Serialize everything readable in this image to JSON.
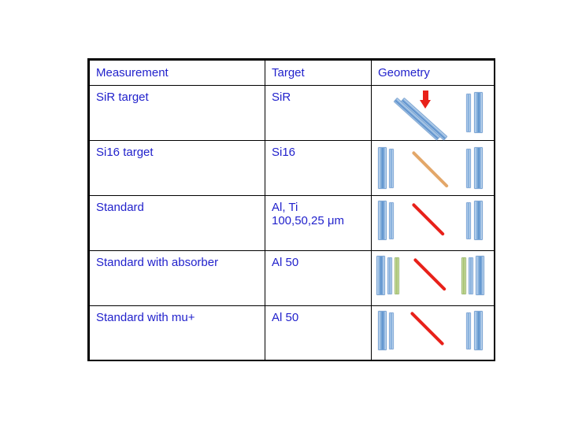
{
  "slide": {
    "background_color": "#ffffff",
    "text_color": "#2222CC",
    "border_color": "#000000"
  },
  "table": {
    "columns": [
      {
        "key": "measurement",
        "header": "Measurement"
      },
      {
        "key": "target",
        "header": "Target"
      },
      {
        "key": "geometry",
        "header": "Geometry"
      }
    ],
    "rows": [
      {
        "measurement": "SiR target",
        "target": "SiR",
        "geometry": {
          "name": "sir-target-geometry",
          "description": "two tilted blue target plates with red beam arrow and two vertical detector bars",
          "elements": [
            "diagonal-blue-bar",
            "diagonal-blue-bar",
            "red-down-arrow",
            "blue-bar-thin",
            "blue-bar-thick"
          ]
        }
      },
      {
        "measurement": "Si16 target",
        "target": "Si16",
        "geometry": {
          "name": "si16-target-geometry",
          "description": "two vertical blue detector bars left, tan diagonal target, two vertical blue detector bars right",
          "elements": [
            "blue-bar-thick",
            "blue-bar-thin",
            "diagonal-tan-line",
            "blue-bar-thin",
            "blue-bar-thick"
          ]
        }
      },
      {
        "measurement": "Standard",
        "target": "Al, Ti\n100,50,25 μm",
        "geometry": {
          "name": "standard-geometry",
          "description": "two vertical blue detector bars left, red diagonal target, two vertical blue detector bars right",
          "elements": [
            "blue-bar-thick",
            "blue-bar-thin",
            "diagonal-red-line",
            "blue-bar-thin",
            "blue-bar-thick"
          ]
        }
      },
      {
        "measurement": "Standard with absorber",
        "target": "Al 50",
        "geometry": {
          "name": "standard-with-absorber-geometry",
          "description": "blue, blue and green absorber bars left, red diagonal target, green, blue and blue bars right",
          "elements": [
            "blue-bar-thick",
            "blue-bar-thin",
            "green-bar-thin",
            "diagonal-red-line",
            "green-bar-thin",
            "blue-bar-thin",
            "blue-bar-thick"
          ]
        }
      },
      {
        "measurement": "Standard with mu+",
        "target": "Al 50",
        "geometry": {
          "name": "standard-with-mu-plus-geometry",
          "description": "two vertical blue detector bars left, red diagonal target, two vertical blue detector bars right",
          "elements": [
            "blue-bar-thick",
            "blue-bar-thin",
            "diagonal-red-line",
            "blue-bar-thin",
            "blue-bar-thick"
          ]
        }
      }
    ]
  },
  "colors": {
    "text_blue": "#2222CC",
    "bar_blue": "#5b91cc",
    "bar_green": "#9cba62",
    "line_red": "#e8211a",
    "line_tan": "#e3a769"
  }
}
